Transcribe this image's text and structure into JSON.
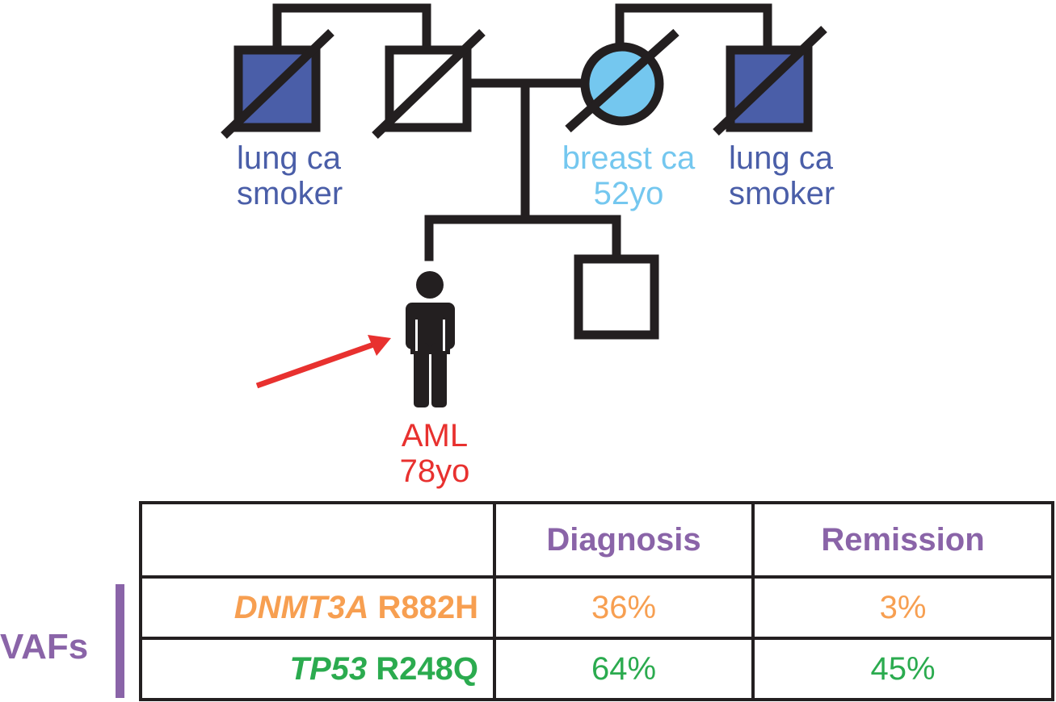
{
  "pedigree": {
    "members": [
      {
        "id": "grandfather-paternal",
        "label_lines": [
          "lung ca",
          "smoker"
        ],
        "affected": true,
        "deceased": true,
        "sex": "male"
      },
      {
        "id": "father",
        "label_lines": [],
        "affected": false,
        "deceased": true,
        "sex": "male"
      },
      {
        "id": "mother",
        "label_lines": [
          "breast ca",
          "52yo"
        ],
        "affected": true,
        "deceased": true,
        "sex": "female"
      },
      {
        "id": "grandfather-maternal",
        "label_lines": [
          "lung ca",
          "smoker"
        ],
        "affected": true,
        "deceased": true,
        "sex": "male"
      },
      {
        "id": "proband",
        "label_lines": [
          "AML",
          "78yo"
        ],
        "affected": true,
        "deceased": false,
        "sex": "male",
        "proband": true
      },
      {
        "id": "brother",
        "label_lines": [],
        "affected": false,
        "deceased": false,
        "sex": "male"
      }
    ],
    "colors": {
      "lung_ca": "#4a5ea8",
      "breast_ca": "#74c7ef",
      "aml": "#e8312f",
      "line": "#231f20"
    }
  },
  "table": {
    "columns": [
      "",
      "Diagnosis",
      "Remission"
    ],
    "rows": [
      {
        "gene": "DNMT3A",
        "mutation": "R882H",
        "diagnosis": "36%",
        "remission": "3%",
        "color": "#f79f51"
      },
      {
        "gene": "TP53",
        "mutation": "R248Q",
        "diagnosis": "64%",
        "remission": "45%",
        "color": "#2bab4f"
      }
    ],
    "group_label": "VAFs",
    "header_color": "#8a64a8"
  }
}
